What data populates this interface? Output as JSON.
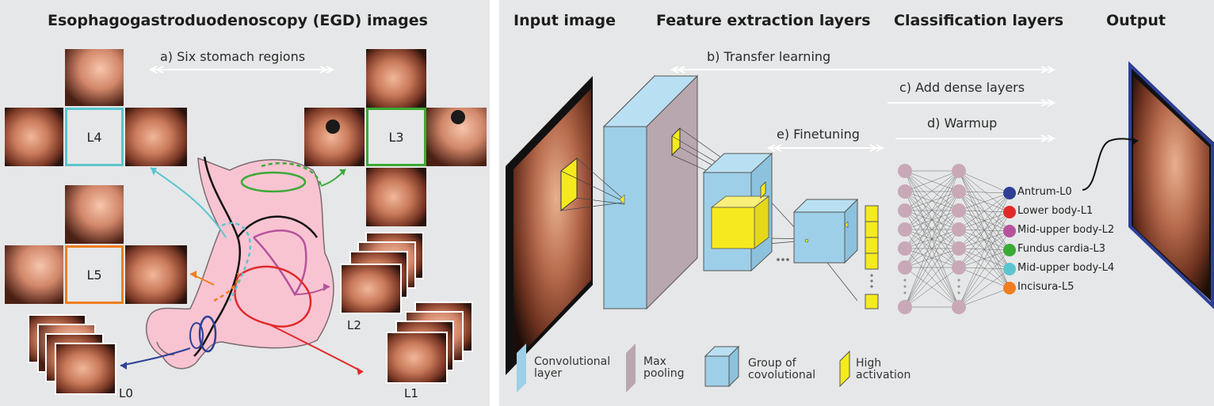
{
  "left_panel": {
    "title": "Esophagogastroduodenoscopy (EGD) images",
    "step_a": "a) Six stomach regions",
    "regions": {
      "L0": "L0",
      "L1": "L1",
      "L2": "L2",
      "L3": "L3",
      "L4": "L4",
      "L5": "L5"
    }
  },
  "right_panel": {
    "headers": {
      "input": "Input image",
      "feature": "Feature extraction layers",
      "classification": "Classification layers",
      "output": "Output"
    },
    "steps": {
      "b": "b) Transfer learning",
      "c": "c) Add dense layers",
      "d": "d) Warmup",
      "e": "e) Finetuning"
    },
    "classes": [
      {
        "label": "Antrum-L0",
        "color": "#2e3f95"
      },
      {
        "label": "Lower body-L1",
        "color": "#e02a2a"
      },
      {
        "label": "Mid-upper body-L2",
        "color": "#b5539b"
      },
      {
        "label": "Fundus cardia-L3",
        "color": "#3aaa35"
      },
      {
        "label": "Mid-upper body-L4",
        "color": "#5bc5cf"
      },
      {
        "label": "Incisura-L5",
        "color": "#f07d1e"
      }
    ],
    "legend": {
      "conv": "Convolutional layer",
      "pool": "Max pooling",
      "group": "Group of covolutional",
      "high": "High activation"
    }
  },
  "colors": {
    "panel_bg": "#e6e7e8",
    "conv_fill": "#9ecfe8",
    "pool_fill": "#b9a7b0",
    "high_activation": "#f5ea1d",
    "stomach_fill": "#f9c4d2",
    "neuron": "#c9a8b8",
    "output_border": "#2e3f95"
  }
}
